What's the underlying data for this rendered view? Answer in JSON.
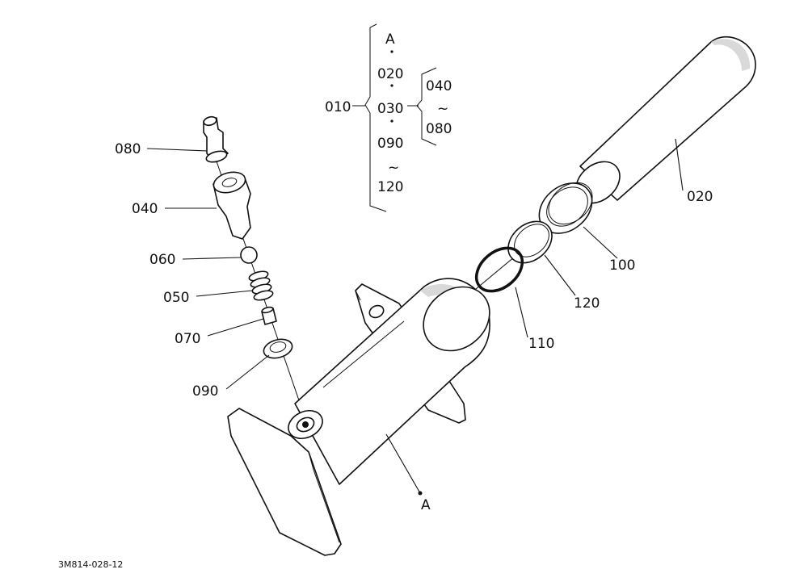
{
  "callouts": {
    "p080": "080",
    "p040": "040",
    "p060": "060",
    "p050": "050",
    "p070": "070",
    "p090": "090",
    "p020": "020",
    "p100": "100",
    "p120": "120",
    "p110": "110",
    "pA": "A"
  },
  "group": {
    "root": "010",
    "items": [
      "A",
      "020",
      "030",
      "090",
      "120"
    ],
    "range_mark": "~",
    "sub": {
      "from": "040",
      "mark": "~",
      "to": "080"
    }
  },
  "figure_code": "3M814-028-12"
}
